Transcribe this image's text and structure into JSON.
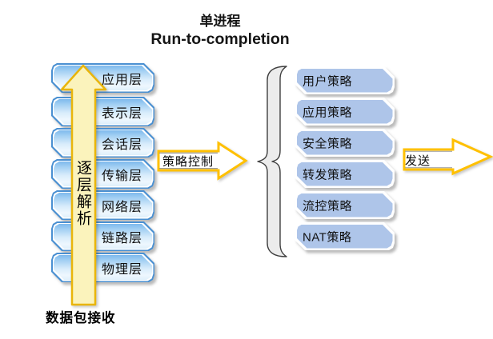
{
  "diagram": {
    "title": {
      "line1": "单进程",
      "line2": "Run-to-completion"
    },
    "osi_layers": [
      "应用层",
      "表示层",
      "会话层",
      "传输层",
      "网络层",
      "链路层",
      "物理层"
    ],
    "up_arrow_label": "逐层解析",
    "receive_label": "数据包接收",
    "policy_arrow_label": "策略控制",
    "send_arrow_label": "发送",
    "policies": [
      "用户策略",
      "应用策略",
      "安全策略",
      "转发策略",
      "流控策略",
      "NAT策略"
    ],
    "colors": {
      "layer_border": "#4A90D2",
      "layer_fill_top": "#7DB9EC",
      "layer_fill_bottom": "#E6F3FC",
      "policy_fill": "#AEC5E9",
      "arrow_gold": "#FFC000",
      "big_arrow_fill": "#FBF3BC",
      "big_arrow_border": "#E9B50B",
      "brace_fill": "#ECECEC"
    }
  }
}
